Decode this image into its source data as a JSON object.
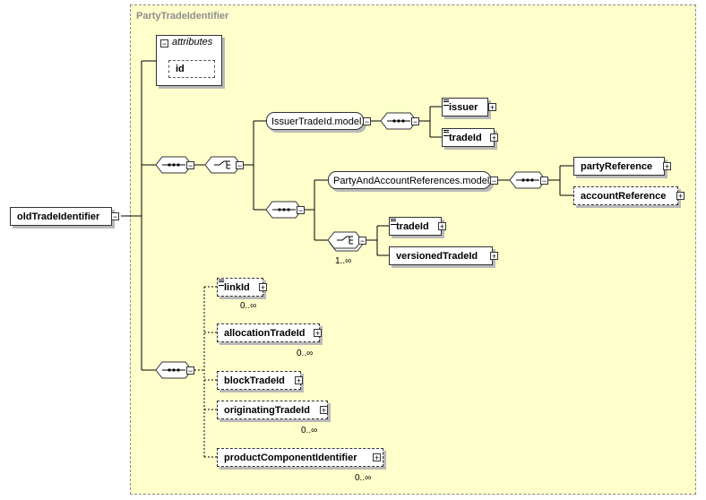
{
  "type_name": "PartyTradeIdentifier",
  "root": "oldTradeIdentifier",
  "attributes": {
    "title": "attributes",
    "items": [
      "id"
    ]
  },
  "models": {
    "issuer_trade_id": "IssuerTradeId.model",
    "party_account_refs": "PartyAndAccountReferences.model"
  },
  "elements": {
    "issuer": "issuer",
    "trade_id_1": "tradeId",
    "party_reference": "partyReference",
    "account_reference": "accountReference",
    "trade_id_2": "tradeId",
    "versioned_trade_id": "versionedTradeId",
    "link_id": "linkId",
    "allocation_trade_id": "allocationTradeId",
    "block_trade_id": "blockTradeId",
    "originating_trade_id": "originatingTradeId",
    "product_component_identifier": "productComponentIdentifier"
  },
  "cardinalities": {
    "choice_trade": "1..∞",
    "link_id": "0..∞",
    "allocation_trade_id": "0..∞",
    "originating_trade_id": "0..∞",
    "product_component_identifier": "0..∞"
  },
  "colors": {
    "type_bg": "#ffffcc",
    "border": "#333333",
    "shadow": "#b9b9b9"
  }
}
